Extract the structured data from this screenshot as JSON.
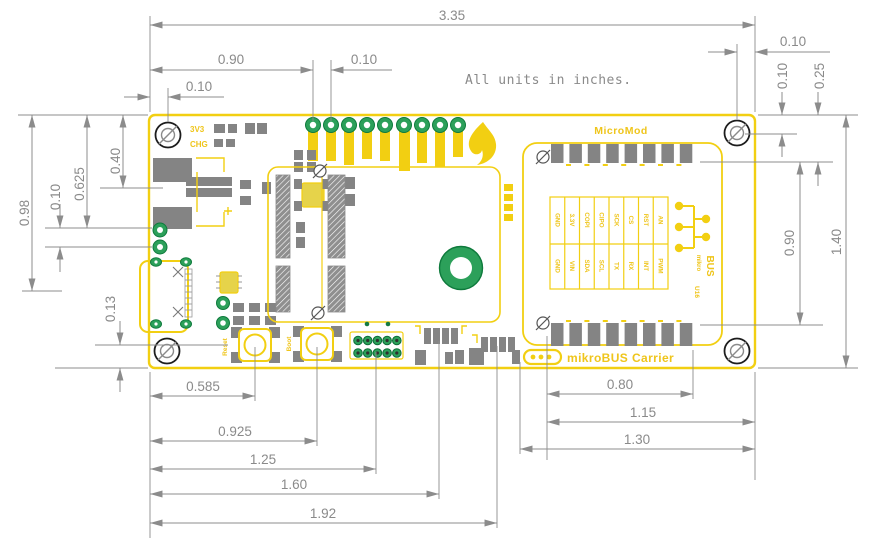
{
  "note": "All units in inches.",
  "colors": {
    "board_yellow": "#F2CF12",
    "silk_yellow": "#EFC51B",
    "hole_green": "#2CA05A",
    "pad_gray": "#848484",
    "dim_gray": "#8c8c8c"
  },
  "dims": {
    "board_width": "3.35",
    "left_edge_to_first_pin": "0.90",
    "pin_pitch": "0.10",
    "tl_hole_inset": "0.10",
    "tr_hole_inset": "0.10",
    "top_to_hole_center": "0.10",
    "top_to_pad_row": "0.25",
    "pad_rows_span": "0.90",
    "board_height": "1.40",
    "top_to_usb_bottom": "0.98",
    "top_to_qwiic": "0.625",
    "top_to_usb_top": "0.40",
    "qwiic_pitch": "0.10",
    "hole_to_bottom_edge": "0.13",
    "left_to_reset": "0.585",
    "left_to_boot": "0.925",
    "left_to_header": "1.25",
    "left_to_pads1": "1.60",
    "left_to_pads2": "1.92",
    "mikrobus_pad_width": "0.80",
    "pads_to_right_edge": "1.15",
    "socket_to_right_edge": "1.30"
  },
  "board": {
    "micromod_label": "MicroMod",
    "carrier_label": "mikroBUS Carrier",
    "silk": {
      "v33": "3V3",
      "chg": "CHG",
      "reset": "Reset",
      "boot": "Boot",
      "u16": "U16",
      "mikro": "mikro",
      "bus": "BUS"
    },
    "mikrobus_pins": {
      "top_row": [
        "GND",
        "3.3V",
        "COPI",
        "CIPO",
        "SCK",
        "CS",
        "RST",
        "AN"
      ],
      "bottom_row": [
        "GND",
        "VIN",
        "SDA",
        "SCL",
        "TX",
        "RX",
        "INT",
        "PWM"
      ]
    }
  }
}
